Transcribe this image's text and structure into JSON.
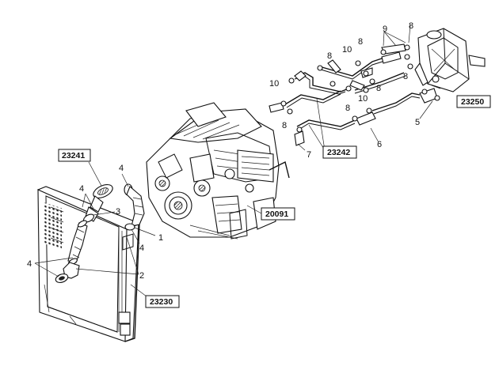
{
  "diagram": {
    "part_boxes": {
      "radiator_cap": "23241",
      "radiator": "23230",
      "engine": "20091",
      "heater_pipes": "23242",
      "expansion_tank": "23250"
    },
    "callouts": {
      "c1": "1",
      "c2": "2",
      "c3": "3",
      "c4a": "4",
      "c4b": "4",
      "c4c": "4",
      "c4d": "4",
      "c5": "5",
      "c6": "6",
      "c7": "7",
      "c8a": "8",
      "c8b": "8",
      "c8c": "8",
      "c8d": "8",
      "c8e": "8",
      "c8f": "8",
      "c8g": "8",
      "c9": "9",
      "c10a": "10",
      "c10b": "10",
      "c10c": "10"
    }
  }
}
